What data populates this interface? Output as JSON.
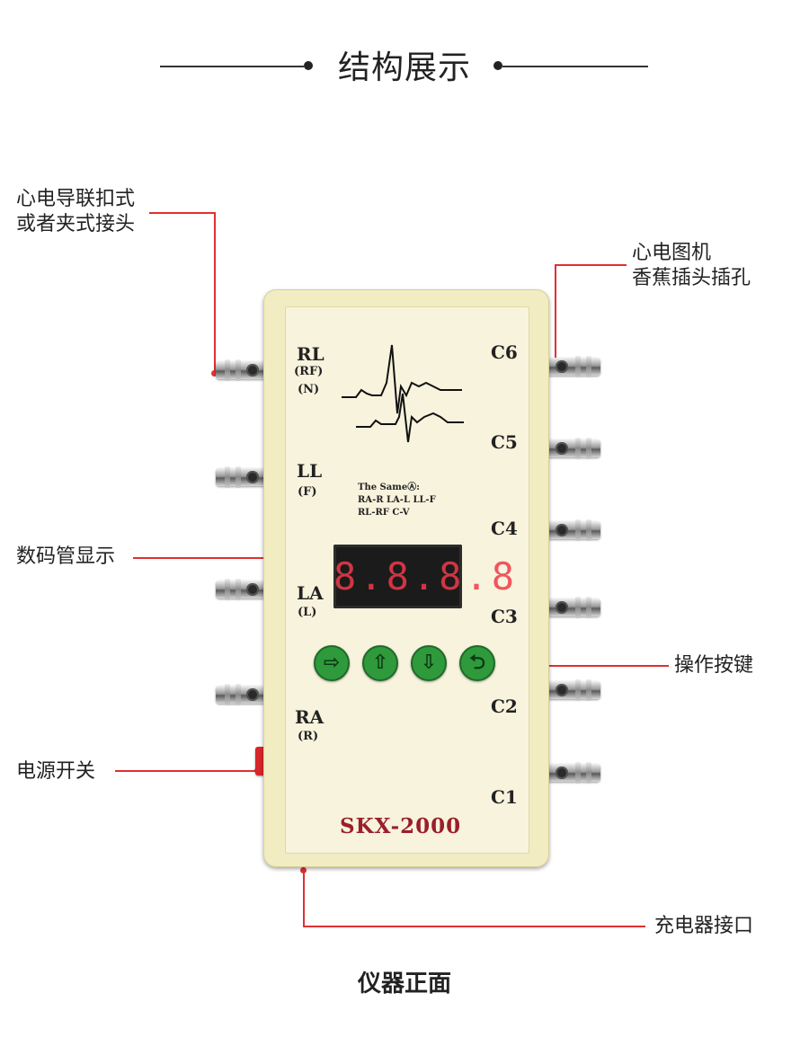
{
  "heading": "结构展示",
  "callouts": {
    "connector_line1": "心电导联扣式",
    "connector_line2": "或者夹式接头",
    "ecg_socket_line1": "心电图机",
    "ecg_socket_line2": "香蕉插头插孔",
    "display": "数码管显示",
    "buttons": "操作按键",
    "power": "电源开关",
    "charger": "充电器接口"
  },
  "device": {
    "leads_left": [
      {
        "main": "RL",
        "sub1": "(RF)",
        "sub2": "(N)"
      },
      {
        "main": "LL",
        "sub1": "(F)"
      },
      {
        "main": "LA",
        "sub1": "(L)"
      },
      {
        "main": "RA",
        "sub1": "(R)"
      }
    ],
    "channels_right": [
      "C6",
      "C5",
      "C4",
      "C3",
      "C2",
      "C1"
    ],
    "same_as": {
      "line1": "The SameⒶ:",
      "line2": "RA-R  LA-L  LL-F",
      "line3": "RL-RF  C-V"
    },
    "display_value": "8.8.8.8",
    "buttons": [
      {
        "icon": "arrow-right-icon",
        "glyph": "⇨"
      },
      {
        "icon": "arrow-up-icon",
        "glyph": "⇧"
      },
      {
        "icon": "arrow-down-icon",
        "glyph": "⇩"
      },
      {
        "icon": "return-icon",
        "glyph": "⮌"
      }
    ],
    "model": "SKX-2000"
  },
  "caption": "仪器正面",
  "colors": {
    "accent_red": "#e03030",
    "body": "#f2ecc2",
    "button_green": "#2f9a3c",
    "model_text": "#9b1e2a",
    "led": "#f03a4a"
  }
}
